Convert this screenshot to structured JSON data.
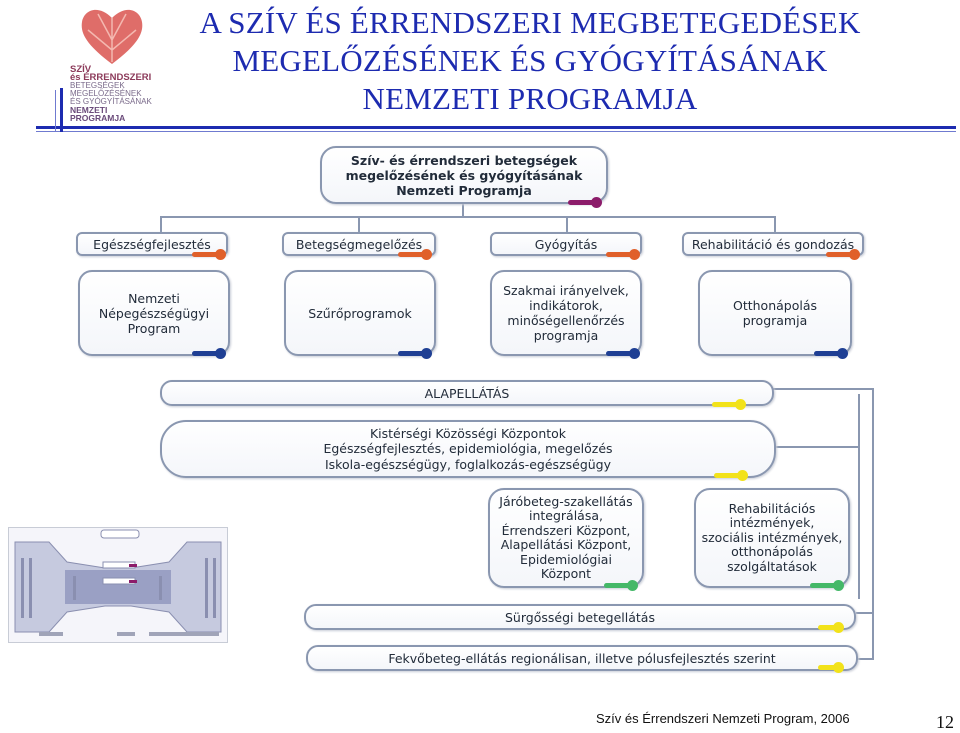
{
  "title": {
    "line1": "A SZÍV ÉS ÉRRENDSZERI MEGBETEGEDÉSEK",
    "line2": "MEGELŐZÉSÉNEK ÉS GYÓGYÍTÁSÁNAK",
    "line3": "NEMZETI PROGRAMJA"
  },
  "logo": {
    "lines": [
      "SZÍV",
      "és ÉRRENDSZERI",
      "BETEGSÉGEK",
      "MEGELŐZÉSÉNEK",
      "ÉS GYÓGYÍTÁSÁNAK",
      "NEMZETI",
      "PROGRAMJA"
    ]
  },
  "diagram": {
    "root": "Szív- és érrendszeri betegségek\nmegelőzésének és gyógyításának\nNemzeti Programja",
    "pillars": [
      "Egészségfejlesztés",
      "Betegségmegelőzés",
      "Gyógyítás",
      "Rehabilitáció és gondozás"
    ],
    "programs": [
      "Nemzeti\nNépegészségügyi\nProgram",
      "Szűrőprogramok",
      "Szakmai irányelvek,\nindikátorok,\nminőségellenőrzés\nprogramja",
      "Otthonápolás\nprogramja"
    ],
    "alapellatas": "ALAPELLÁTÁS",
    "kisterseg": "Kistérségi Közösségi Központok\nEgészségfejlesztés, epidemiológia, megelőzés\nIskola-egészségügy, foglalkozás-egészségügy",
    "jarobeteg": "Járóbeteg-szakellátás\nintegrálása,\nÉrrendszeri Központ,\nAlapellátási Központ,\nEpidemiológiai\nKözpont",
    "rehab": "Rehabilitációs\nintézmények,\nszociális intézmények,\notthonápolás\nszolgáltatások",
    "surgossegi": "Sürgősségi betegellátás",
    "fekvobeteg": "Fekvőbeteg-ellátás regionálisan, illetve pólusfejlesztés szerint"
  },
  "caption": "Szív és Érrendszeri Nemzeti Program, 2006",
  "page_number": "12",
  "colors": {
    "title": "#1d2bb0",
    "orange_tag": "#e0602a",
    "navy_tag": "#1f3f94",
    "yellow_tag": "#f2e21a",
    "green_tag": "#44b868",
    "magenta_tag": "#8c1c6a"
  }
}
